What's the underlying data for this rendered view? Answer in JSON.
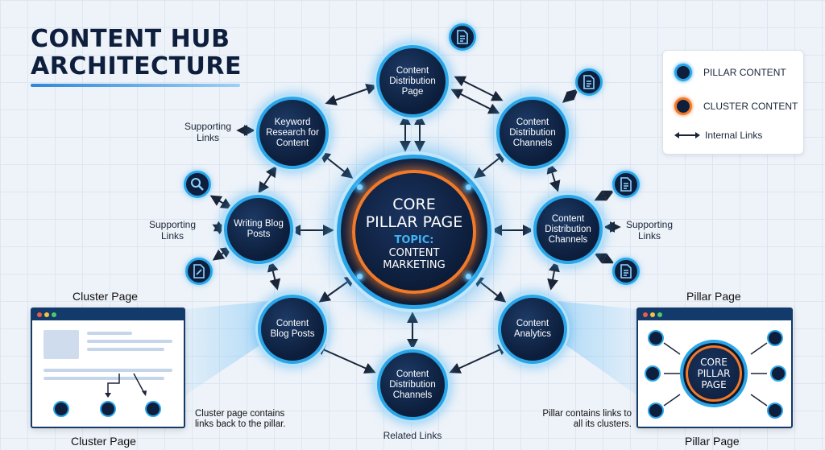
{
  "title": {
    "line1": "CONTENT HUB",
    "line2": "ARCHITECTURE"
  },
  "colors": {
    "node_border": "#2aa5e8",
    "node_fill": "#0d1f3d",
    "accent_orange": "#f07a2a",
    "arrow": "#1a2538"
  },
  "core": {
    "line1": "CORE",
    "line2": "PILLAR PAGE",
    "topic_label": "TOPIC:",
    "topic_line1": "CONTENT",
    "topic_line2": "MARKETING"
  },
  "nodes": {
    "top": "Content Distribution Page",
    "top_left": "Keyword Research for Content",
    "top_right": "Content Distribution Channels",
    "left": "Writing Blog Posts",
    "right": "Content Distribution Channels",
    "bottom_left": "Content Blog Posts",
    "bottom_right": "Content Analytics",
    "bottom": "Content Distribution Channels"
  },
  "icons": [
    "document-icon",
    "document-icon",
    "search-icon",
    "edit-document-icon",
    "document-icon",
    "document-icon"
  ],
  "labels": {
    "supporting_links_top": "Supporting Links",
    "supporting_links_left": "Supporting Links",
    "supporting_links_right": "Supporting Links",
    "related_links": "Related Links"
  },
  "legend": {
    "pillar": "PILLAR CONTENT",
    "cluster": "CLUSTER CONTENT",
    "links": "Internal Links"
  },
  "cluster_panel": {
    "caption_top": "Cluster Page",
    "caption_bottom": "Cluster Page",
    "note": "Cluster page contains links back to the pillar."
  },
  "pillar_panel": {
    "caption_top": "Pillar Page",
    "caption_bottom": "Pillar Page",
    "core_line1": "CORE",
    "core_line2": "PILLAR",
    "core_line3": "PAGE",
    "note": "Pillar contains links to all its clusters."
  }
}
